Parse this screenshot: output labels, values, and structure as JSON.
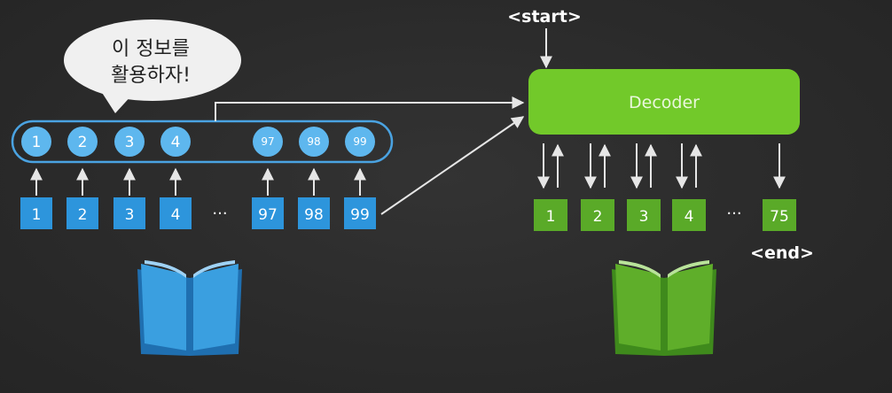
{
  "colors": {
    "blue": "#2d95dc",
    "blue_light": "#5eb7ee",
    "green": "#5aaa28",
    "green_bright": "#7cd12f",
    "arrow": "#e6e6e6",
    "text_light": "#ffffff",
    "bubble": "#f0f0f0"
  },
  "bubble": {
    "line1": "이 정보를",
    "line2": "활용하자!"
  },
  "encoder": {
    "hidden": [
      "1",
      "2",
      "3",
      "4",
      "97",
      "98",
      "99"
    ],
    "inputs": [
      "1",
      "2",
      "3",
      "4",
      "97",
      "98",
      "99"
    ],
    "ellipsis": "···",
    "book_icon": "open-book-icon"
  },
  "decoder": {
    "title": "Decoder",
    "start_token": "<start>",
    "end_token": "<end>",
    "outputs": [
      "1",
      "2",
      "3",
      "4",
      "75"
    ],
    "ellipsis": "···",
    "book_icon": "open-book-icon"
  }
}
